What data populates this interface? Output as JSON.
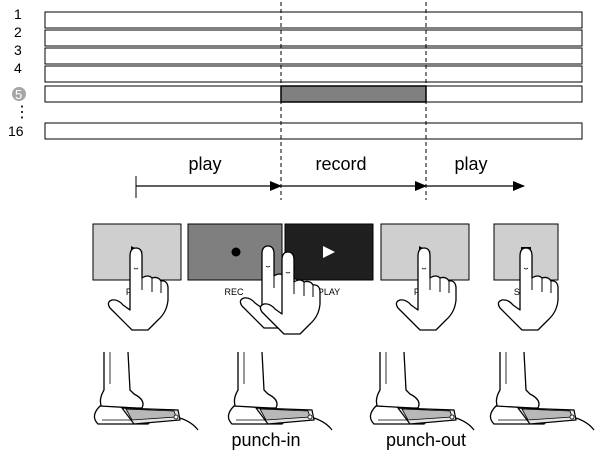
{
  "tracks": {
    "labels": [
      "1",
      "2",
      "3",
      "4",
      "5",
      "16"
    ],
    "ellipsis": "⋮"
  },
  "timeline": {
    "segments": [
      "play",
      "record",
      "play"
    ]
  },
  "buttons": [
    {
      "key": "play",
      "label": "PLAY",
      "icon": "play-icon",
      "face": "#cfcfcf"
    },
    {
      "key": "rec",
      "label": "REC",
      "icon": "record-icon",
      "face": "#7f7f7f"
    },
    {
      "key": "play",
      "label": "PLAY",
      "icon": "play-icon",
      "face": "#1f1f1f"
    },
    {
      "key": "play",
      "label": "PLAY",
      "icon": "play-icon",
      "face": "#cfcfcf"
    },
    {
      "key": "stop",
      "label": "STOP",
      "icon": "stop-icon",
      "face": "#cfcfcf"
    }
  ],
  "events": {
    "punch_in": "punch-in",
    "punch_out": "punch-out"
  },
  "colors": {
    "record_region": "#808080",
    "selected_track_badge": "#a6a6a6"
  }
}
